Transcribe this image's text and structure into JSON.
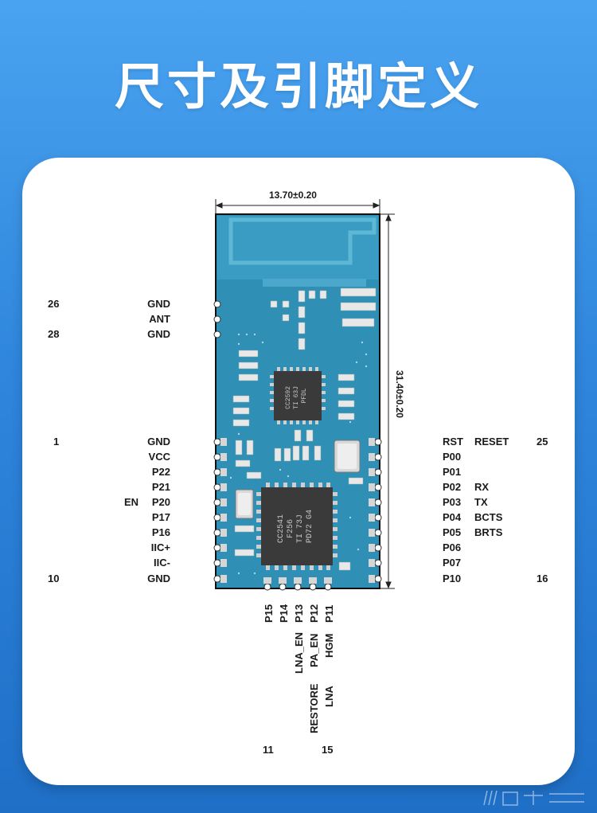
{
  "title": "尺寸及引脚定义",
  "dimensions": {
    "width": "13.70±0.20",
    "height": "31.40±0.20"
  },
  "chips": {
    "rf": [
      "CC2592",
      "TI 63J",
      "PFDL"
    ],
    "main": [
      "CC2541",
      "F256",
      "TI 73J",
      "PD72 G4"
    ]
  },
  "left_pins": [
    {
      "num": "26",
      "func": "",
      "name": "GND"
    },
    {
      "num": "",
      "func": "",
      "name": "ANT"
    },
    {
      "num": "28",
      "func": "",
      "name": "GND"
    },
    {
      "num": "1",
      "func": "",
      "name": "GND"
    },
    {
      "num": "",
      "func": "",
      "name": "VCC"
    },
    {
      "num": "",
      "func": "",
      "name": "P22"
    },
    {
      "num": "",
      "func": "",
      "name": "P21"
    },
    {
      "num": "",
      "func": "EN",
      "name": "P20"
    },
    {
      "num": "",
      "func": "",
      "name": "P17"
    },
    {
      "num": "",
      "func": "",
      "name": "P16"
    },
    {
      "num": "",
      "func": "",
      "name": "IIC+"
    },
    {
      "num": "",
      "func": "",
      "name": "IIC-"
    },
    {
      "num": "10",
      "func": "",
      "name": "GND"
    }
  ],
  "right_pins": [
    {
      "name": "RST",
      "func": "RESET",
      "num": "25"
    },
    {
      "name": "P00",
      "func": "",
      "num": ""
    },
    {
      "name": "P01",
      "func": "",
      "num": ""
    },
    {
      "name": "P02",
      "func": "RX",
      "num": ""
    },
    {
      "name": "P03",
      "func": "TX",
      "num": ""
    },
    {
      "name": "P04",
      "func": "BCTS",
      "num": ""
    },
    {
      "name": "P05",
      "func": "BRTS",
      "num": ""
    },
    {
      "name": "P06",
      "func": "",
      "num": ""
    },
    {
      "name": "P07",
      "func": "",
      "num": ""
    },
    {
      "name": "P10",
      "func": "",
      "num": "16"
    }
  ],
  "bottom_pins": [
    {
      "name": "P15",
      "func1": "",
      "func2": ""
    },
    {
      "name": "P14",
      "func1": "",
      "func2": ""
    },
    {
      "name": "P13",
      "func1": "LNA_EN",
      "func2": "RESTORE"
    },
    {
      "name": "P12",
      "func1": "PA_EN",
      "func2": ""
    },
    {
      "name": "P11",
      "func1": "HGM",
      "func2": "LNA"
    }
  ],
  "bottom_numbers": [
    "11",
    "15"
  ],
  "colors": {
    "pcb": "#2f8fb5",
    "pad": "#f0f0f0",
    "chip": "#3a3a3a",
    "background_top": "#4aa3f0",
    "background_bottom": "#1f6fc7"
  }
}
